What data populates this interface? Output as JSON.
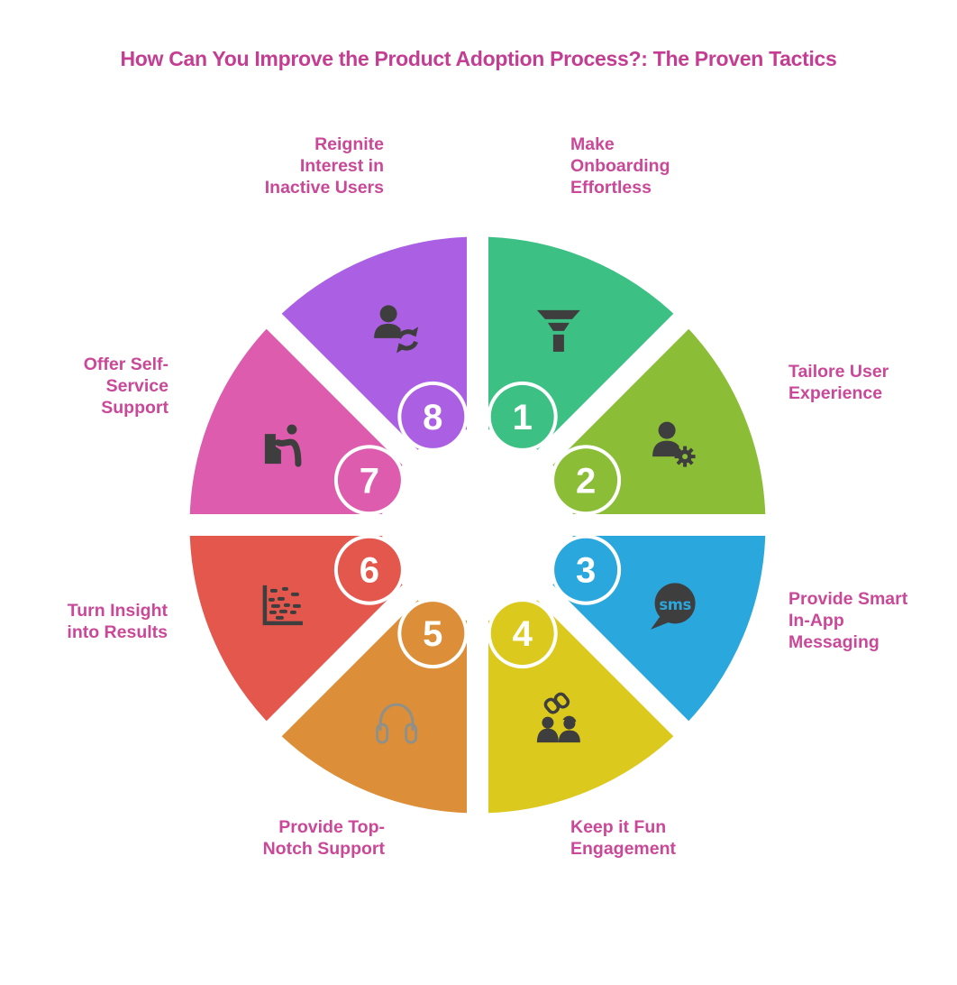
{
  "title": "How Can You Improve the Product Adoption Process?: The Proven Tactics",
  "colors": {
    "title_text": "#c33e93",
    "label_text": "#ca4898",
    "icon_dark": "#3e3e3e",
    "headphones_gray": "#8f9089",
    "background": "#ffffff"
  },
  "wheel": {
    "segments": [
      {
        "number": "1",
        "label": "Make\nOnboarding\nEffortless",
        "color": "#3cc084",
        "icon": "funnel-icon"
      },
      {
        "number": "2",
        "label": "Tailore User\nExperience",
        "color": "#8bbd37",
        "icon": "user-gear-icon"
      },
      {
        "number": "3",
        "label": "Provide Smart\nIn-App\nMessaging",
        "color": "#2aa7dc",
        "icon": "sms-bubble-icon"
      },
      {
        "number": "4",
        "label": "Keep it Fun\nEngagement",
        "color": "#dcc91e",
        "icon": "team-link-icon"
      },
      {
        "number": "5",
        "label": "Provide Top-\nNotch Support",
        "color": "#dc8e38",
        "icon": "headphones-icon"
      },
      {
        "number": "6",
        "label": "Turn Insight\ninto Results",
        "color": "#e4574d",
        "icon": "scatter-chart-icon"
      },
      {
        "number": "7",
        "label": "Offer Self-\nService\nSupport",
        "color": "#dd5cae",
        "icon": "self-service-icon"
      },
      {
        "number": "8",
        "label": "Reignite\nInterest in\nInactive Users",
        "color": "#ab60e4",
        "icon": "user-refresh-icon"
      }
    ]
  }
}
